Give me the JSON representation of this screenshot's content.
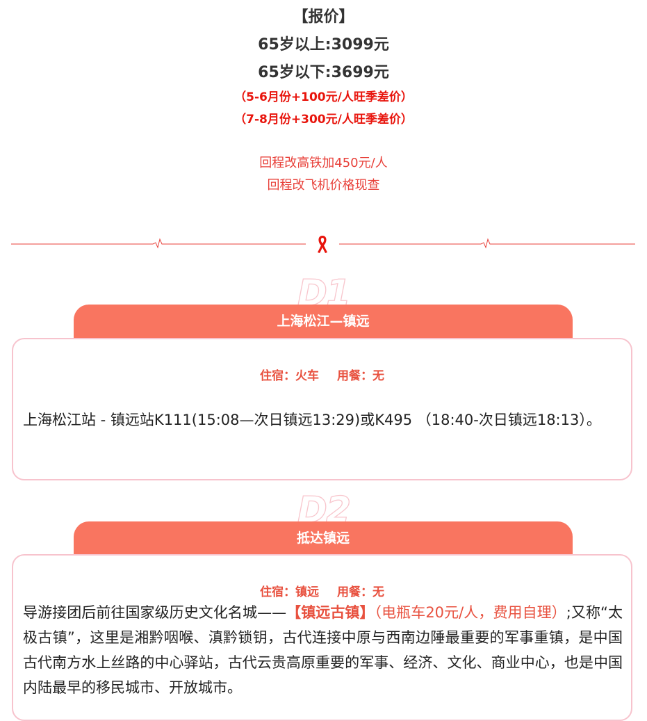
{
  "price": {
    "title": "【报价】",
    "line1": "65岁以上:3099元",
    "line2": "65岁以下:3699元",
    "note1": "（5-6月份+100元/人旺季差价）",
    "note2": "（7-8月份+300元/人旺季差价）",
    "sub1": "回程改高铁加450元/人",
    "sub2": "回程改飞机价格现查"
  },
  "days": [
    {
      "badge": "D1",
      "title": "上海松江—镇远",
      "lodging": "住宿：火车",
      "meals": "用餐：无",
      "text": "上海松江站 - 镇远站K111(15:08—次日镇远13:29)或K495 （18:40-次日镇远18:13）。"
    },
    {
      "badge": "D2",
      "title": "抵达镇远",
      "lodging": "住宿：镇远",
      "meals": "用餐：无",
      "text_pre": "导游接团后前往国家级历史文化名城——",
      "text_highlight": "【镇远古镇】",
      "text_note": "（电瓶车20元/人，费用自理）",
      "text_post": ";又称“太极古镇”，这里是湘黔咽喉、滇黔锁钥，古代连接中原与西南边陲最重要的军事重镇，是中国古代南方水上丝路的中心驿站，古代云贵高原重要的军事、经济、文化、商业中心，也是中国内陆最早的移民城市、开放城市。"
    }
  ],
  "colors": {
    "accent": "#f97560",
    "red": "#e8140c",
    "border": "#f7c3cd"
  }
}
